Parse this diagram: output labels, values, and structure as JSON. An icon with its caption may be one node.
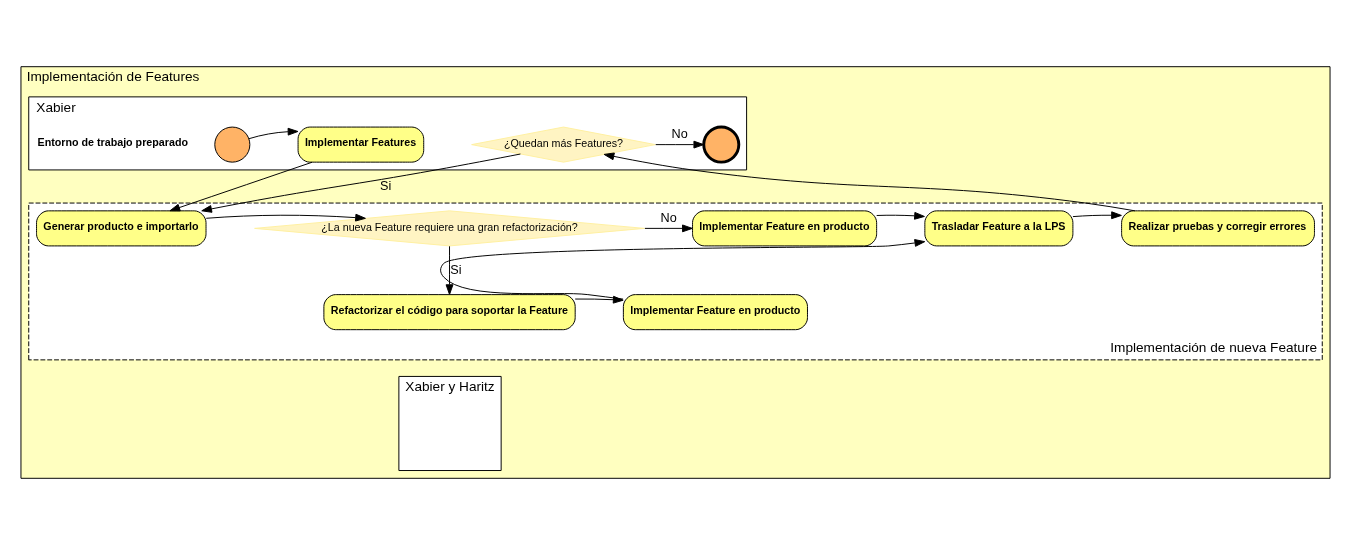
{
  "diagram": {
    "nodes": [
      {
        "text": [
          "Implementación de Features"
        ]
      },
      {
        "text": [
          "Xabier"
        ],
        "in": 0
      },
      {
        "text": [
          "Xabier y Haritz"
        ],
        "in": 0
      },
      {
        "text": [
          "Implementación de nueva Feature"
        ],
        "in": 0
      },
      {
        "text": [],
        "shape": "circle",
        "beside": [
          "Entorno de trabajo preparado"
        ],
        "in": 1
      },
      {
        "text": [
          "Implementar Features"
        ],
        "in": 1
      },
      {
        "text": [
          "Generar producto e importarlo"
        ],
        "in": 3
      },
      {
        "text": [
          "¿La nueva Feature requiere una gran refactorización?"
        ],
        "in": 3
      },
      {
        "text": [
          "Implementar Feature en producto"
        ],
        "in": 3
      },
      {
        "text": [
          "Trasladar Feature a la LPS"
        ],
        "in": 3
      },
      {
        "text": [
          "Realizar pruebas y corregir errores"
        ],
        "in": 3
      },
      {
        "text": [
          "Refactorizar el código para soportar la Feature"
        ],
        "in": 3
      },
      {
        "text": [
          "Implementar Feature en producto"
        ],
        "in": 3
      },
      {
        "text": [
          "¿Quedan más Features?"
        ],
        "in": 1
      },
      {
        "text": [],
        "shape": "circle",
        "in": 1
      }
    ],
    "edges": [
      {
        "from": 4,
        "to": 5,
        "arrow": "to"
      },
      {
        "from": 5,
        "to": 6,
        "arrow": "to"
      },
      {
        "from": 6,
        "to": 7,
        "arrow": "to"
      },
      {
        "from": 7,
        "to": 8,
        "arrow": "to",
        "label": "No"
      },
      {
        "from": 8,
        "to": 9,
        "arrow": "to"
      },
      {
        "from": 9,
        "to": 10,
        "arrow": "to"
      },
      {
        "from": 10,
        "to": 13,
        "arrow": "to"
      },
      {
        "from": 13,
        "to": 14,
        "arrow": "to",
        "label": "No"
      },
      {
        "from": 13,
        "to": 6,
        "arrow": "to",
        "label": "Si"
      },
      {
        "from": 7,
        "to": 11,
        "arrow": "to",
        "label": "Si"
      },
      {
        "from": 11,
        "to": 12,
        "arrow": "to"
      },
      {
        "from": 12,
        "to": 9,
        "arrow": "to"
      }
    ]
  }
}
